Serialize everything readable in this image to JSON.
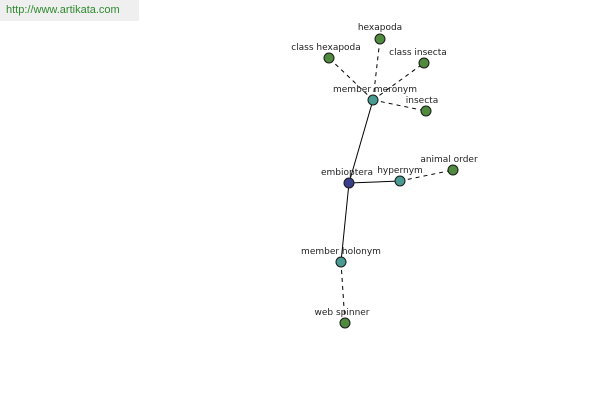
{
  "site": {
    "url": "http://www.artikata.com"
  },
  "colors": {
    "center": "#3a3f8c",
    "relation": "#4a9a94",
    "leaf": "#4f8a3e",
    "url_text": "#2f8a2f"
  },
  "graph": {
    "center": {
      "label": "embioptera"
    },
    "relations": {
      "member_meronym": {
        "label": "member meronym"
      },
      "hypernym": {
        "label": "hypernym"
      },
      "member_holonym": {
        "label": "member holonym"
      }
    },
    "leaves": {
      "hexapoda": {
        "label": "hexapoda"
      },
      "class_hexapoda": {
        "label": "class hexapoda"
      },
      "class_insecta": {
        "label": "class insecta"
      },
      "insecta": {
        "label": "insecta"
      },
      "animal_order": {
        "label": "animal order"
      },
      "web_spinner": {
        "label": "web spinner"
      }
    }
  }
}
